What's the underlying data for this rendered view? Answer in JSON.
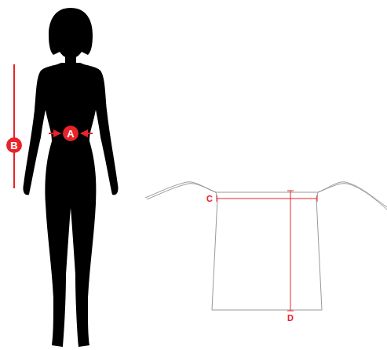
{
  "diagram": {
    "nodes": [
      {
        "text": [
          "A"
        ]
      },
      {
        "text": [
          "B"
        ]
      }
    ],
    "labels": [
      "C",
      "D"
    ]
  }
}
